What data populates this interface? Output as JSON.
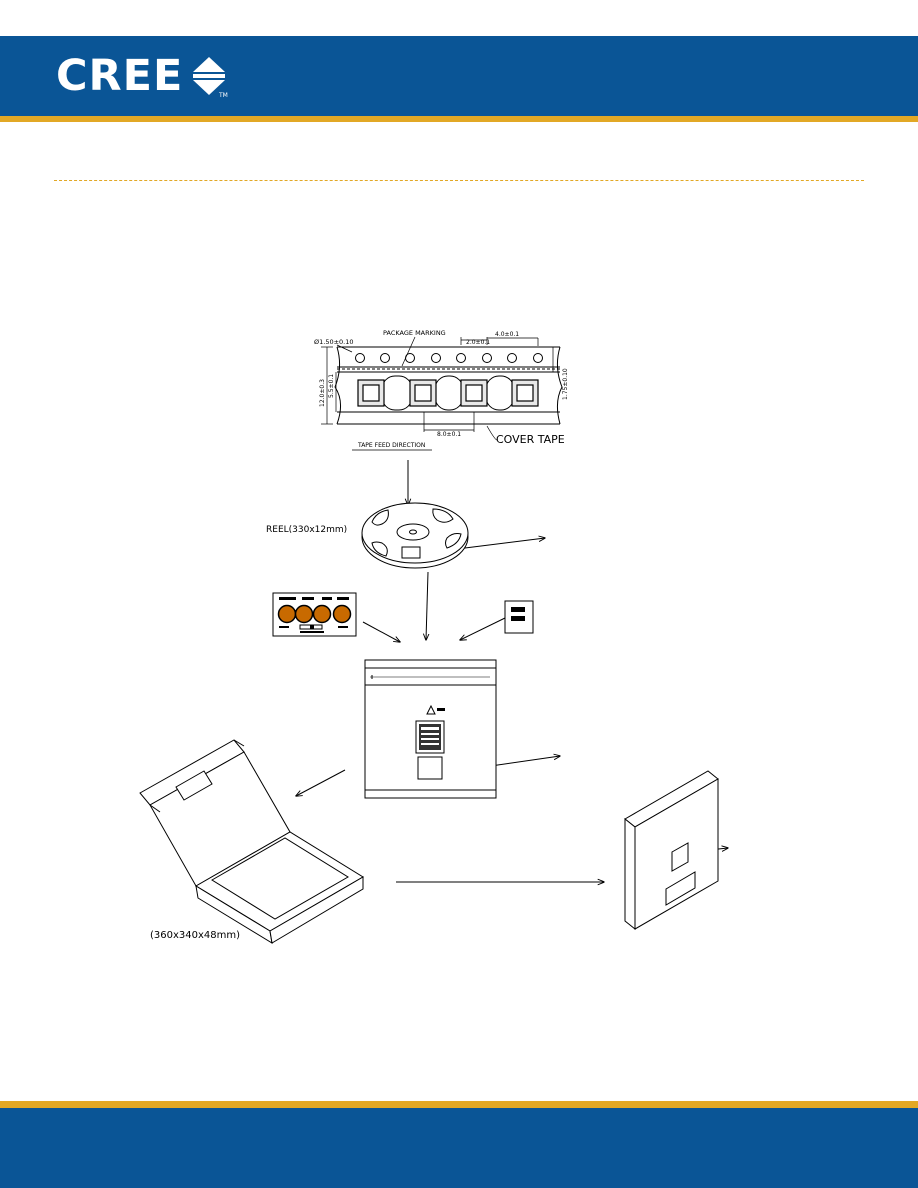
{
  "brand": {
    "name": "CREE",
    "trademark": "TM",
    "colors": {
      "primary": "#0a5596",
      "accent": "#e2a825"
    }
  },
  "drawing": {
    "tape": {
      "package_marking": "PACKAGE MARKING",
      "dim_hole": "Ø1.50±0.10",
      "dim_pitch_a": "2.0±0.1",
      "dim_pitch_b": "4.0±0.1",
      "dim_width": "12.0±0.3",
      "dim_inner": "5.5±0.1",
      "dim_edge": "1.75±0.10",
      "dim_pocket": "8.0±0.1",
      "cover_tape": "COVER TAPE",
      "feed_direction": "TAPE FEED DIRECTION"
    },
    "reel_label": "REEL(330x12mm)",
    "box_label": "(360x340x48mm)"
  }
}
